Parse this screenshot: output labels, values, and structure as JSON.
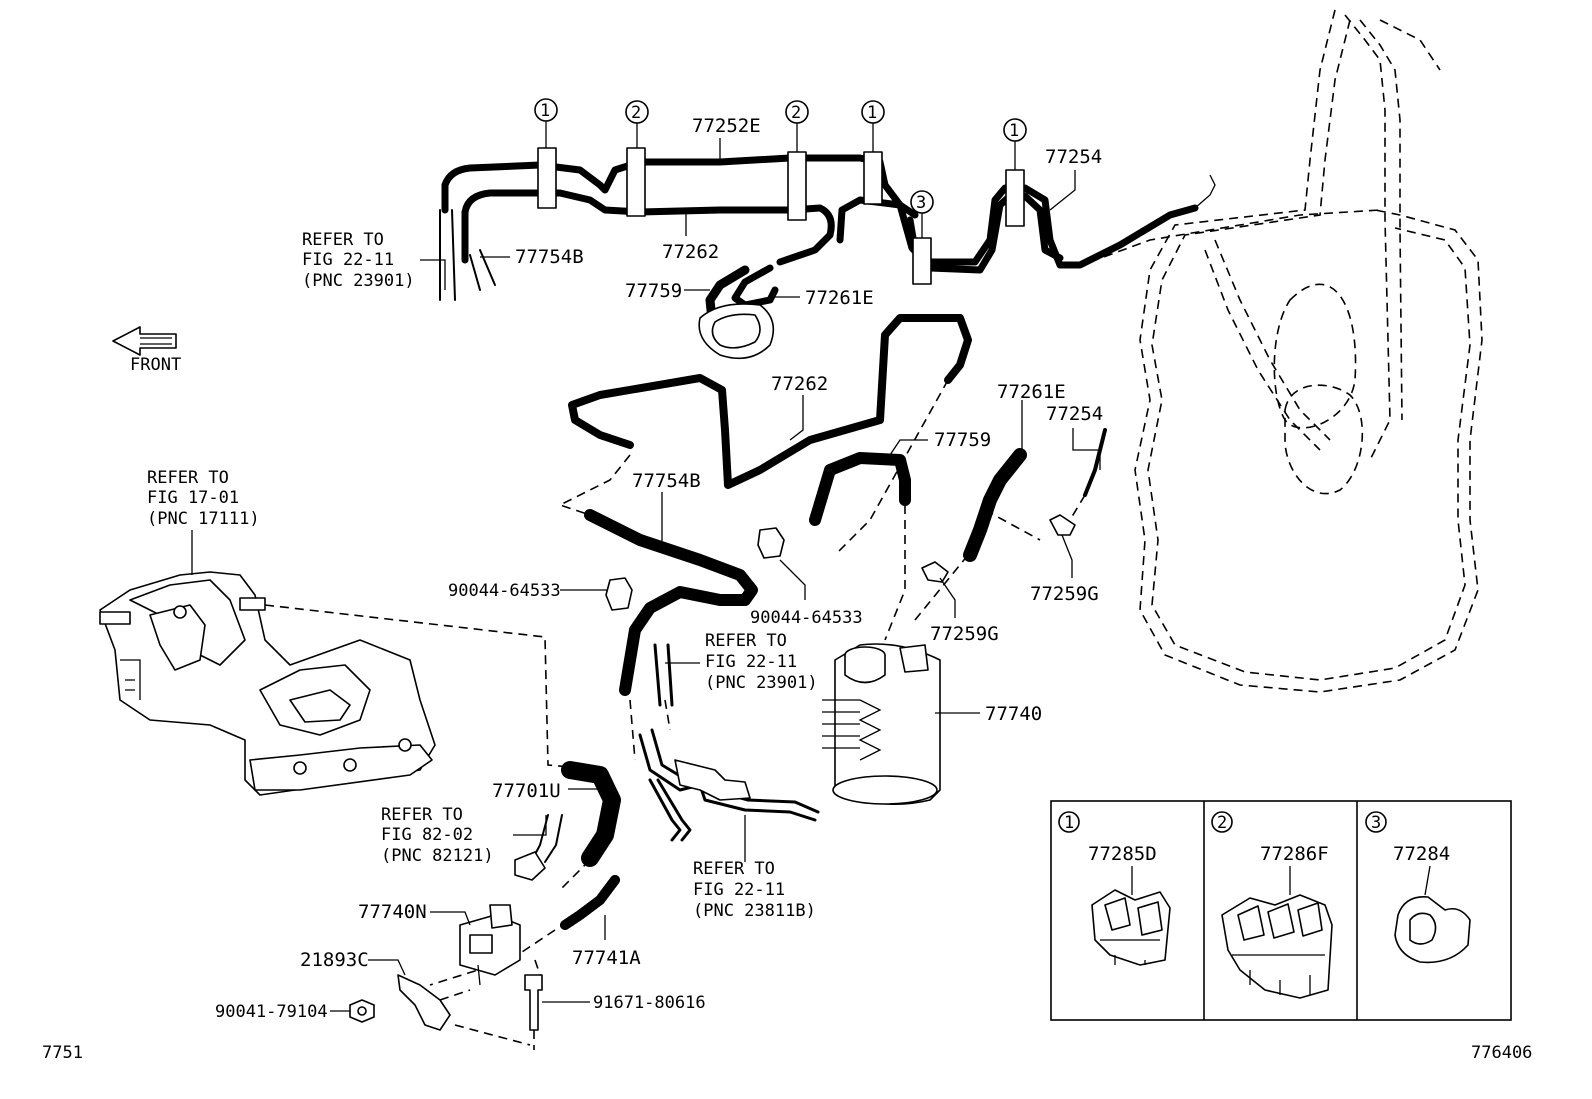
{
  "diagram": {
    "front_label": "FRONT",
    "figure_code_left": "7751",
    "figure_code_right": "776406",
    "part_labels": [
      {
        "id": "p77252E_top",
        "text": "77252E"
      },
      {
        "id": "p77254_top",
        "text": "77254"
      },
      {
        "id": "p77754B_top",
        "text": "77754B"
      },
      {
        "id": "p77262_top",
        "text": "77262"
      },
      {
        "id": "p77759_top",
        "text": "77759"
      },
      {
        "id": "p77261E_top",
        "text": "77261E"
      },
      {
        "id": "p77262_mid",
        "text": "77262"
      },
      {
        "id": "p77261E_mid",
        "text": "77261E"
      },
      {
        "id": "p77254_mid",
        "text": "77254"
      },
      {
        "id": "p77759_mid",
        "text": "77759"
      },
      {
        "id": "p77754B_mid",
        "text": "77754B"
      },
      {
        "id": "p90044_left",
        "text": "90044-64533"
      },
      {
        "id": "p90044_right",
        "text": "90044-64533"
      },
      {
        "id": "p77259G_left",
        "text": "77259G"
      },
      {
        "id": "p77259G_right",
        "text": "77259G"
      },
      {
        "id": "p77740",
        "text": "77740"
      },
      {
        "id": "p77701U",
        "text": "77701U"
      },
      {
        "id": "p77740N",
        "text": "77740N"
      },
      {
        "id": "p21893C",
        "text": "21893C"
      },
      {
        "id": "p90041",
        "text": "90041-79104"
      },
      {
        "id": "p91671",
        "text": "91671-80616"
      },
      {
        "id": "p77741A",
        "text": "77741A"
      }
    ],
    "refer_notes": [
      {
        "id": "ref_2211_top",
        "lines": [
          "REFER TO",
          "FIG 22-11",
          "(PNC 23901)"
        ]
      },
      {
        "id": "ref_1701",
        "lines": [
          "REFER TO",
          "FIG 17-01",
          "(PNC 17111)"
        ]
      },
      {
        "id": "ref_2211_mid",
        "lines": [
          "REFER TO",
          "FIG 22-11",
          "(PNC 23901)"
        ]
      },
      {
        "id": "ref_8202",
        "lines": [
          "REFER TO",
          "FIG 82-02",
          "(PNC 82121)"
        ]
      },
      {
        "id": "ref_2211_low",
        "lines": [
          "REFER TO",
          "FIG 22-11",
          "(PNC 23811B)"
        ]
      }
    ],
    "clamp_markers": [
      "1",
      "2",
      "2",
      "1",
      "3",
      "1"
    ],
    "legend": [
      {
        "number": "1",
        "part": "77285D"
      },
      {
        "number": "2",
        "part": "77286F"
      },
      {
        "number": "3",
        "part": "77284"
      }
    ]
  }
}
